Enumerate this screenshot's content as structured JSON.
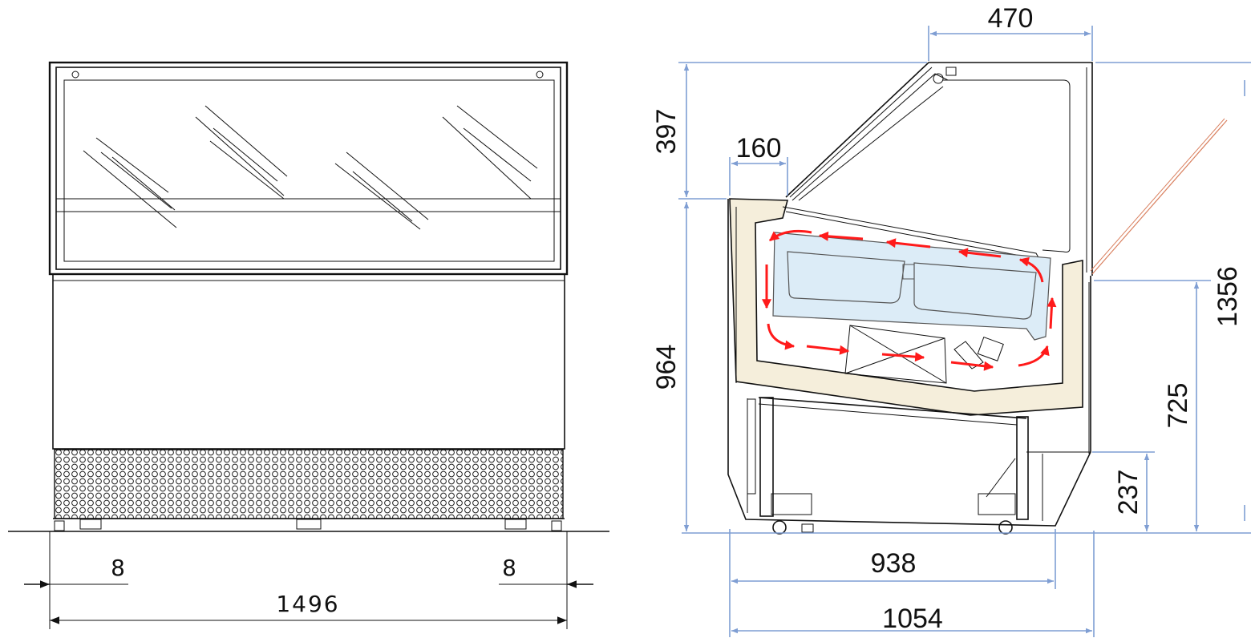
{
  "front_view": {
    "dimensions": {
      "left_clearance": "8",
      "right_clearance": "8",
      "overall_width": "1496"
    }
  },
  "side_view": {
    "dimensions": {
      "canopy_depth": "470",
      "top_height": "397",
      "rim_depth": "160",
      "body_height": "964",
      "total_height": "1356",
      "counter_height": "725",
      "plinth_height": "237",
      "base_depth": "938",
      "overall_depth": "1054"
    },
    "colors": {
      "dimension_lines": "#7f9ed3",
      "airflow_arrows": "#ff1a1a",
      "insulation": "#f5eedb",
      "pans": "#dcecf7",
      "hinge_line": "#d9805f"
    }
  }
}
